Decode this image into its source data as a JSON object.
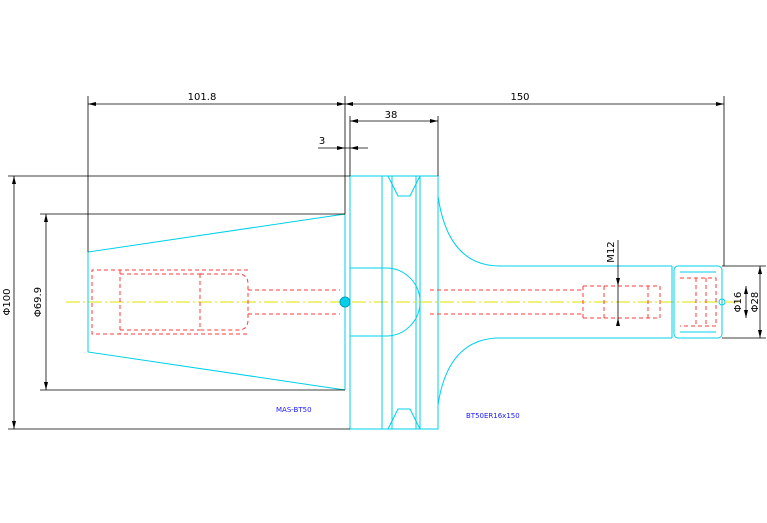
{
  "dimensions": {
    "taper_length": "101.8",
    "flange_to_end": "150",
    "flange_width": "38",
    "gap": "3",
    "overall_diameter": "Φ100",
    "gauge_diameter": "Φ69.9",
    "thread": "M12",
    "collet_bore": "Φ16",
    "collet_outer": "Φ28"
  },
  "labels": {
    "left_part": "MAS-BT50",
    "right_part": "BT50ER16x150"
  },
  "colors": {
    "outline": "#00d0e8",
    "hidden": "#ff3b3b",
    "centerline": "#e0e000",
    "dimension": "#000000",
    "label": "#1a1aff"
  }
}
